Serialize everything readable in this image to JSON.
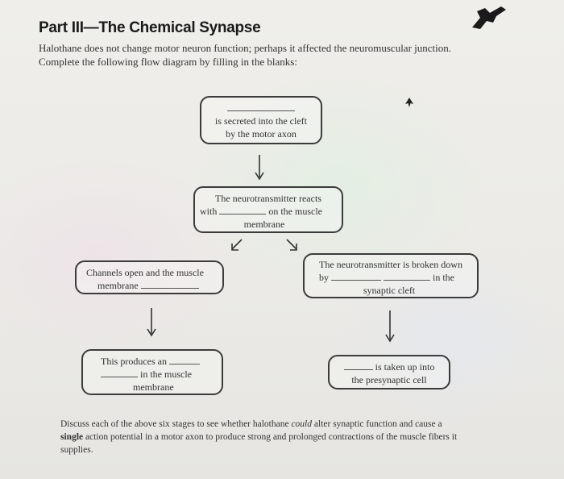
{
  "title": "Part III—The Chemical Synapse",
  "intro": {
    "line1": "Halothane does not change motor neuron function; perhaps it affected the neuromuscular junction.",
    "line2": "Complete the following flow diagram by filling in the blanks:"
  },
  "boxes": {
    "b1": {
      "line1": "is secreted into the cleft",
      "line2": "by the motor axon"
    },
    "b2": {
      "line1": "The neurotransmitter reacts",
      "with": "with",
      "on": "on the muscle",
      "line3": "membrane"
    },
    "b3": {
      "line1": "Channels open and the muscle",
      "line2": "membrane"
    },
    "b4": {
      "line1": "The neurotransmitter is broken down",
      "by": "by",
      "inthe": "in the",
      "line3": "synaptic cleft"
    },
    "b5": {
      "line1": "This produces an",
      "line2": "in the muscle",
      "line3": "membrane"
    },
    "b6": {
      "line1": "is taken up into",
      "line2": "the presynaptic cell"
    }
  },
  "footer": {
    "part1": "Discuss each of the above six stages to see whether halothane ",
    "could": "could",
    "part2": " alter synaptic function and cause a",
    "single": "single",
    "part3": " action potential in a motor axon to produce strong and prolonged contractions of the muscle fibers it",
    "part4": "supplies."
  },
  "icons": {
    "corner": "figure-icon",
    "cursor": "mouse-cursor-icon"
  }
}
